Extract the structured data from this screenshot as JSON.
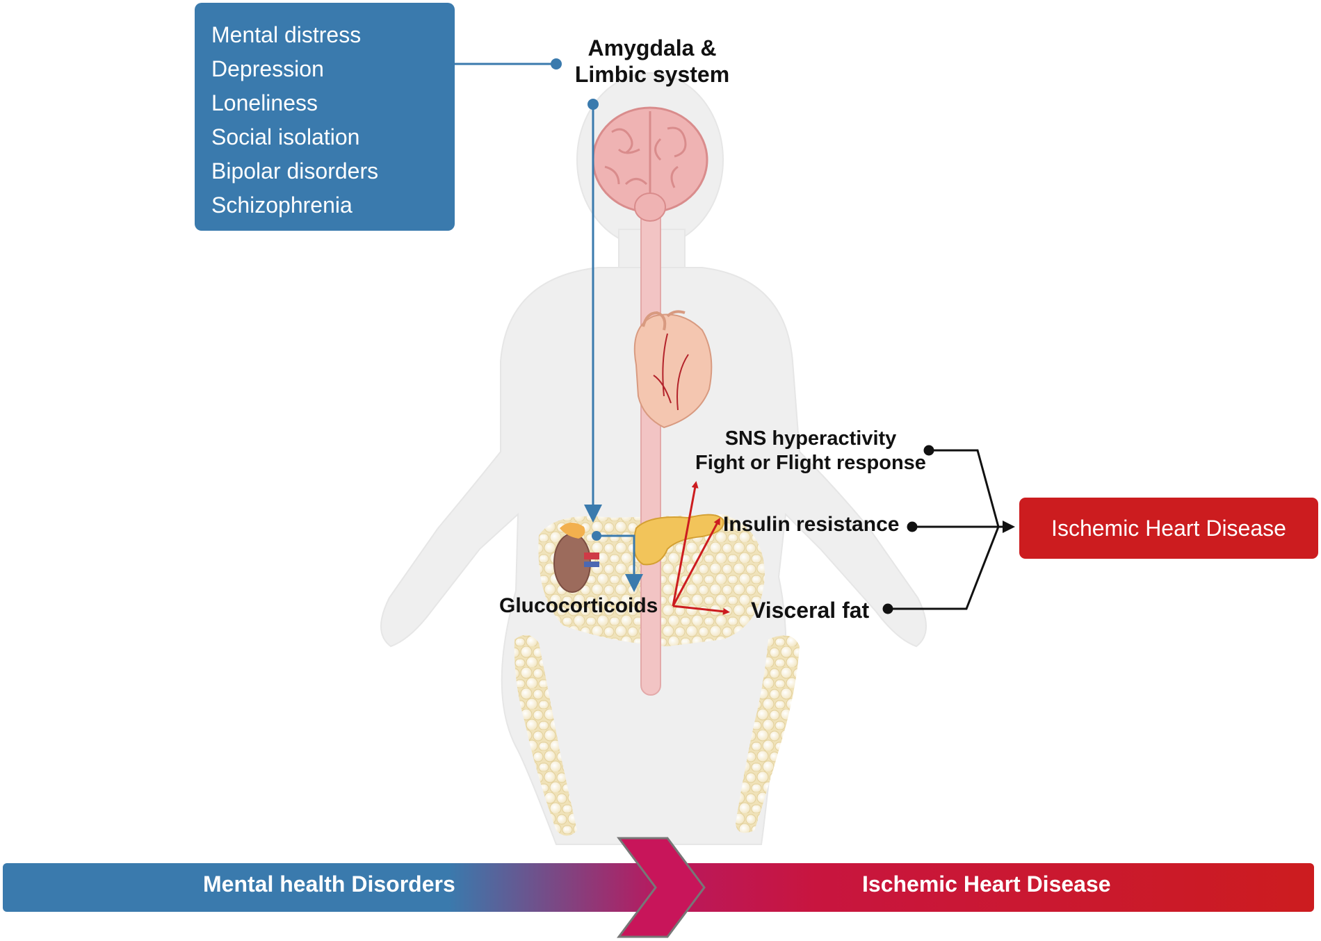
{
  "conditions": {
    "items": [
      "Mental distress",
      "Depression",
      "Loneliness",
      "Social isolation",
      "Bipolar disorders",
      "Schizophrenia"
    ]
  },
  "labels": {
    "amygdala_line1": "Amygdala &",
    "amygdala_line2": "Limbic system",
    "sns_line1": "SNS hyperactivity",
    "sns_line2": "Fight or Flight response",
    "insulin": "Insulin resistance",
    "glucocorticoids": "Glucocorticoids",
    "visceral_fat": "Visceral fat"
  },
  "outcome": {
    "label": "Ischemic Heart Disease"
  },
  "timeline": {
    "left_label": "Mental health Disorders",
    "right_label": "Ischemic Heart Disease"
  },
  "colors": {
    "blue": "#3a7aad",
    "red": "#cc1c1f",
    "magenta": "#c8155a",
    "body": "#efefef",
    "fat": "#f5ecd2",
    "brain": "#efb3b3",
    "spine": "#f2c4c4"
  }
}
